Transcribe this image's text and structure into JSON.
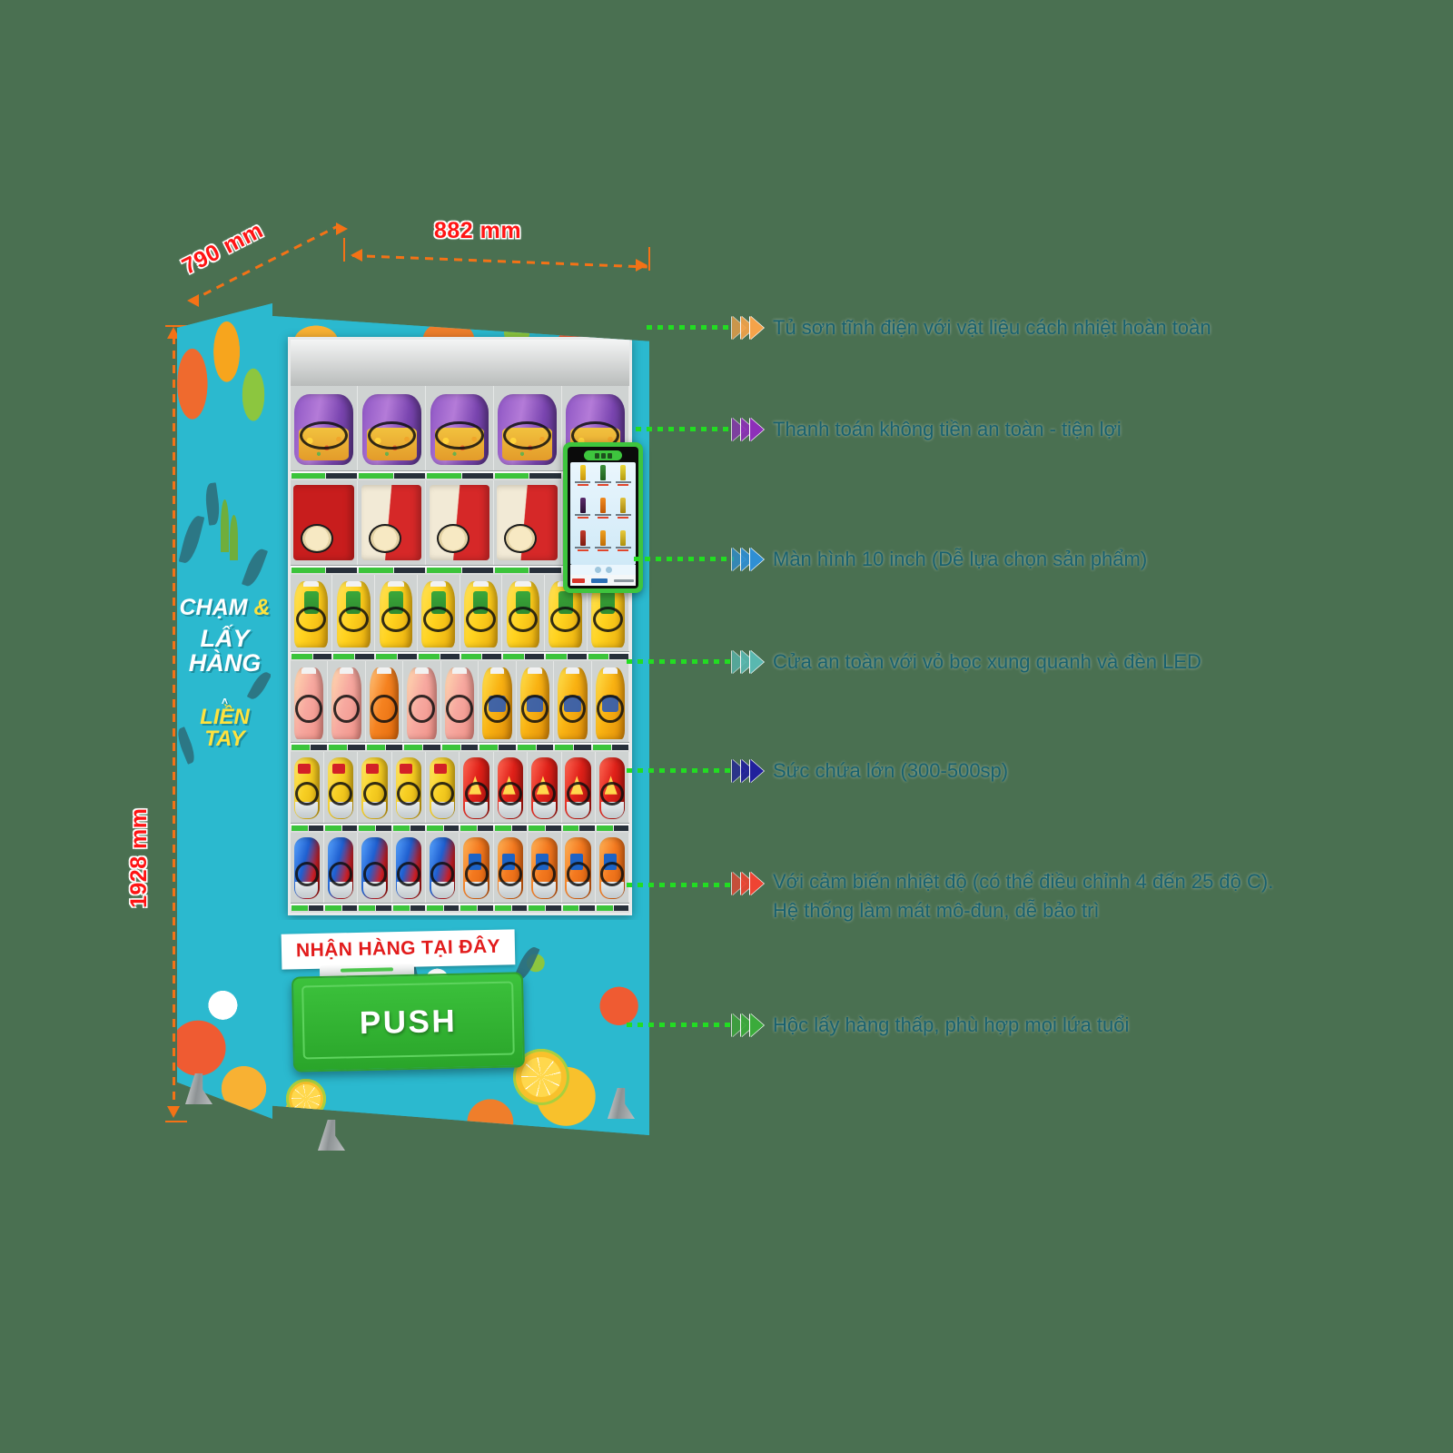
{
  "background_color": "#4a7051",
  "dimensions": {
    "width_label": "882 mm",
    "depth_label": "790 mm",
    "height_label": "1928 mm",
    "line_color": "#f47216",
    "text_color": "#ff1414"
  },
  "machine": {
    "side_panel": {
      "line1_main": "CHẠM",
      "line1_amp": "&",
      "line2": "LẤY HÀNG",
      "line3": "LIỀN TAY",
      "accent_mark": "˄",
      "background_color": "#2bb9cf"
    },
    "dispenser": {
      "receipt_label": "NHẬN HÀNG TẠI ĐÂY",
      "push_label": "PUSH",
      "door_color": "#3cc23c",
      "label_text_color": "#e21c1c"
    },
    "touchscreen": {
      "size_note": "10 inch",
      "bezel_color": "#3ec53e",
      "grid_rows": 3,
      "grid_cols": 3
    },
    "shelves": [
      {
        "name": "instant-noodle-cups",
        "item_type": "cup",
        "count": 5,
        "color_class": "cup"
      },
      {
        "name": "snack-packs",
        "item_type": "pack",
        "count": 5,
        "color_class": "pack"
      },
      {
        "name": "yellow-tea-bottles",
        "item_type": "bottle",
        "count": 8,
        "color_class": "b-yellow"
      },
      {
        "name": "juice-bottles",
        "item_type": "bottle",
        "count": 9,
        "color_class": "b-pink"
      },
      {
        "name": "yellow-red-cans",
        "item_type": "can",
        "count": 10,
        "color_class": "c-yellow"
      },
      {
        "name": "soda-cans",
        "item_type": "can",
        "count": 10,
        "color_class": "c-blue"
      }
    ]
  },
  "callouts": [
    {
      "id": "insulation",
      "text": "Tủ sơn tĩnh điện với vật liệu cách nhiệt hoàn toàn",
      "chevron_color": "#f5a34a"
    },
    {
      "id": "payment",
      "text": "Thanh toán không tiền an toàn - tiện lợi",
      "chevron_color": "#8d2fb8"
    },
    {
      "id": "screen",
      "text": "Màn hình 10 inch (Dễ lựa chọn sản phẩm)",
      "chevron_color": "#2f8fd4"
    },
    {
      "id": "safety-door",
      "text": "Cửa an toàn với vỏ bọc xung quanh và đèn LED",
      "chevron_color": "#59b8b0"
    },
    {
      "id": "capacity",
      "text": "Sức chứa lớn (300-500sp)",
      "chevron_color": "#21209c"
    },
    {
      "id": "temperature",
      "text": "Với cảm biến nhiệt độ (có thể điều chỉnh 4 đến 25 độ C).\nHệ thống làm mát mô-đun, dễ bảo trì",
      "chevron_color": "#ef4433"
    },
    {
      "id": "low-bin",
      "text": "Hộc lấy hàng thấp, phù hợp mọi lứa tuổi",
      "chevron_color": "#3bab3b"
    }
  ],
  "callout_text_color": "#18616f",
  "dot_color": "#22dd22"
}
